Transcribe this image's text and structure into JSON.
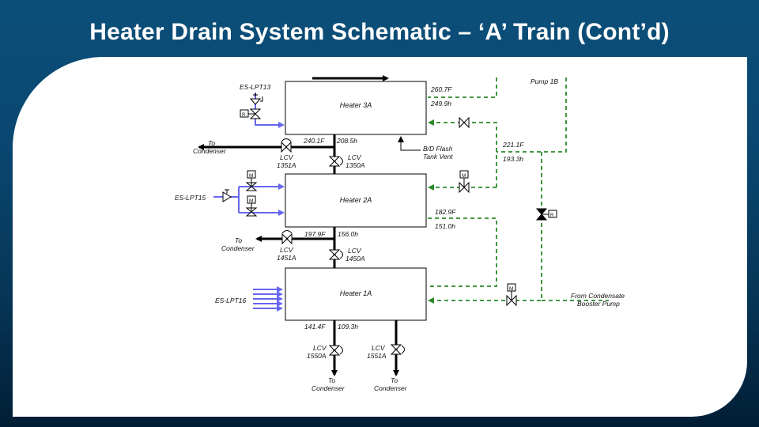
{
  "slide": {
    "title": "Heater Drain System Schematic – ‘A’ Train (Cont’d)",
    "page_number": ""
  },
  "heaters": {
    "h3": "Heater 3A",
    "h2": "Heater 2A",
    "h1": "Heater 1A"
  },
  "sources": {
    "lpt13": "ES-LPT13",
    "lpt15": "ES-LPT15",
    "lpt16": "ES-LPT16"
  },
  "readings": {
    "h3_in_temp": "260.7F",
    "h3_in_enth": "249.9h",
    "h3_drain_temp": "240.1F",
    "h3_drain_enth": "208.5h",
    "mid_temp": "221.1F",
    "mid_enth": "193.3h",
    "h2_in_temp": "182.9F",
    "h2_in_enth": "151.0h",
    "h2_drain_temp": "197.9F",
    "h2_drain_enth": "156.0h",
    "h1_drain_temp": "141.4F",
    "h1_drain_enth": "109.3h"
  },
  "valves": {
    "lcv": "LCV",
    "v1351": "1351A",
    "v1350": "1350A",
    "v1451": "1451A",
    "v1450": "1450A",
    "v1550": "1550A",
    "v1551": "1551A"
  },
  "labels": {
    "to": "To",
    "condenser": "Condenser",
    "pump_1b": "Pump 1B",
    "bd_flash_1": "B/D Flash",
    "bd_flash_2": "Tank Vent",
    "from_cond_1": "From Condensate",
    "from_cond_2": "Booster Pump",
    "motor": "M",
    "actuator": "R"
  },
  "colors": {
    "drain_line": "#000000",
    "extraction_steam": "#6666ee",
    "condensate_line": "#2a8a2a"
  }
}
